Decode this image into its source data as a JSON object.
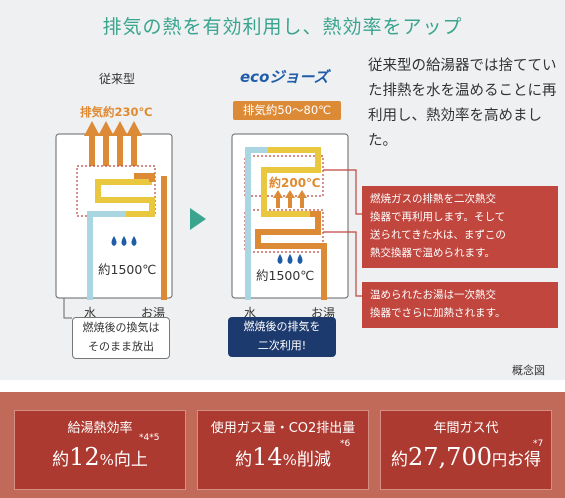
{
  "title": "排気の熱を有効利用し、熱効率をアップ",
  "conventional": {
    "label": "従来型",
    "exhaust": "排気約230℃",
    "flame_temp": "約1500℃",
    "water": "水",
    "hot_water": "お湯",
    "note": [
      "燃焼後の換気は",
      "そのまま放出"
    ]
  },
  "eco": {
    "logo": "ecoジョーズ",
    "exhaust": "排気約50〜80℃",
    "secondary_temp": "約200℃",
    "flame_temp": "約1500℃",
    "water": "水",
    "hot_water": "お湯",
    "note": [
      "燃焼後の排気を",
      "二次利用!"
    ]
  },
  "description": "従来型の給湯器では捨てていた排熱を水を温めることに再利用し、熱効率を高めました。",
  "callouts": [
    [
      "燃焼ガスの排熱を二次熱交",
      "換器で再利用します。そして",
      "送られてきた水は、まずこの",
      "熱交換器で温められます。"
    ],
    [
      "温められたお湯は一次熱交",
      "換器でさらに加熱されます。"
    ]
  ],
  "caption": "概念図",
  "stats": [
    {
      "label": "給湯熱効率",
      "prefix": "約",
      "number": "12",
      "unit": "%",
      "suffix": "向上",
      "note": "*4*5"
    },
    {
      "label": "使用ガス量・CO2排出量",
      "prefix": "約",
      "number": "14",
      "unit": "%",
      "suffix": "削減",
      "note": "*6"
    },
    {
      "label": "年間ガス代",
      "prefix": "約",
      "number": "27,700",
      "unit": "円",
      "suffix": "お得",
      "note": "*7"
    }
  ],
  "colors": {
    "accent_green": "#3aa48f",
    "orange": "#dd8a36",
    "yellow": "#e9c840",
    "light_blue": "#a9d6e0",
    "red": "#c0463e",
    "navy": "#1d3a6e",
    "droplet": "#1f5da8"
  },
  "icons": [
    "up-arrow-icon",
    "droplet-icon",
    "right-triangle-icon"
  ]
}
